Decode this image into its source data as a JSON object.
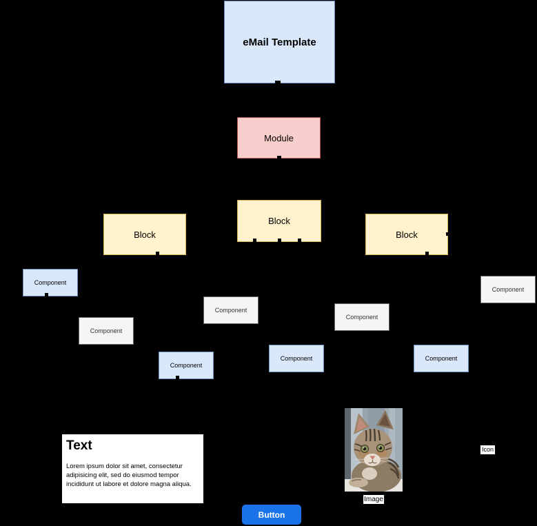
{
  "diagram": {
    "background": "#000000",
    "nodes": {
      "email_template": {
        "label": "eMail Template"
      },
      "module": {
        "label": "Module"
      },
      "block_left": {
        "label": "Block"
      },
      "block_middle": {
        "label": "Block"
      },
      "block_right": {
        "label": "Block"
      },
      "component_1": {
        "label": "Component"
      },
      "component_2": {
        "label": "Component"
      },
      "component_3": {
        "label": "Component"
      },
      "component_4": {
        "label": "Component"
      },
      "component_5": {
        "label": "Component"
      },
      "component_6": {
        "label": "Component"
      },
      "component_7": {
        "label": "Component"
      },
      "component_8": {
        "label": "Component"
      }
    },
    "text_card": {
      "title": "Text",
      "body": "Lorem ipsum dolor sit amet, consectetur adipisicing elit, sed do eiusmod tempor incididunt ut labore et dolore magna aliqua."
    },
    "image_node": {
      "caption": "Image"
    },
    "icon_node": {
      "label": "Icon"
    },
    "button": {
      "label": "Button"
    },
    "colors": {
      "blue_fill": "#dae8fc",
      "blue_border": "#6c8ebf",
      "pink_fill": "#f8cecc",
      "pink_border": "#b85450",
      "yellow_fill": "#fff2cc",
      "yellow_border": "#d6b656",
      "gray_fill": "#f5f5f5",
      "gray_border": "#666666",
      "button_fill": "#1a73e8",
      "button_text": "#ffffff",
      "card_bg": "#ffffff"
    }
  }
}
